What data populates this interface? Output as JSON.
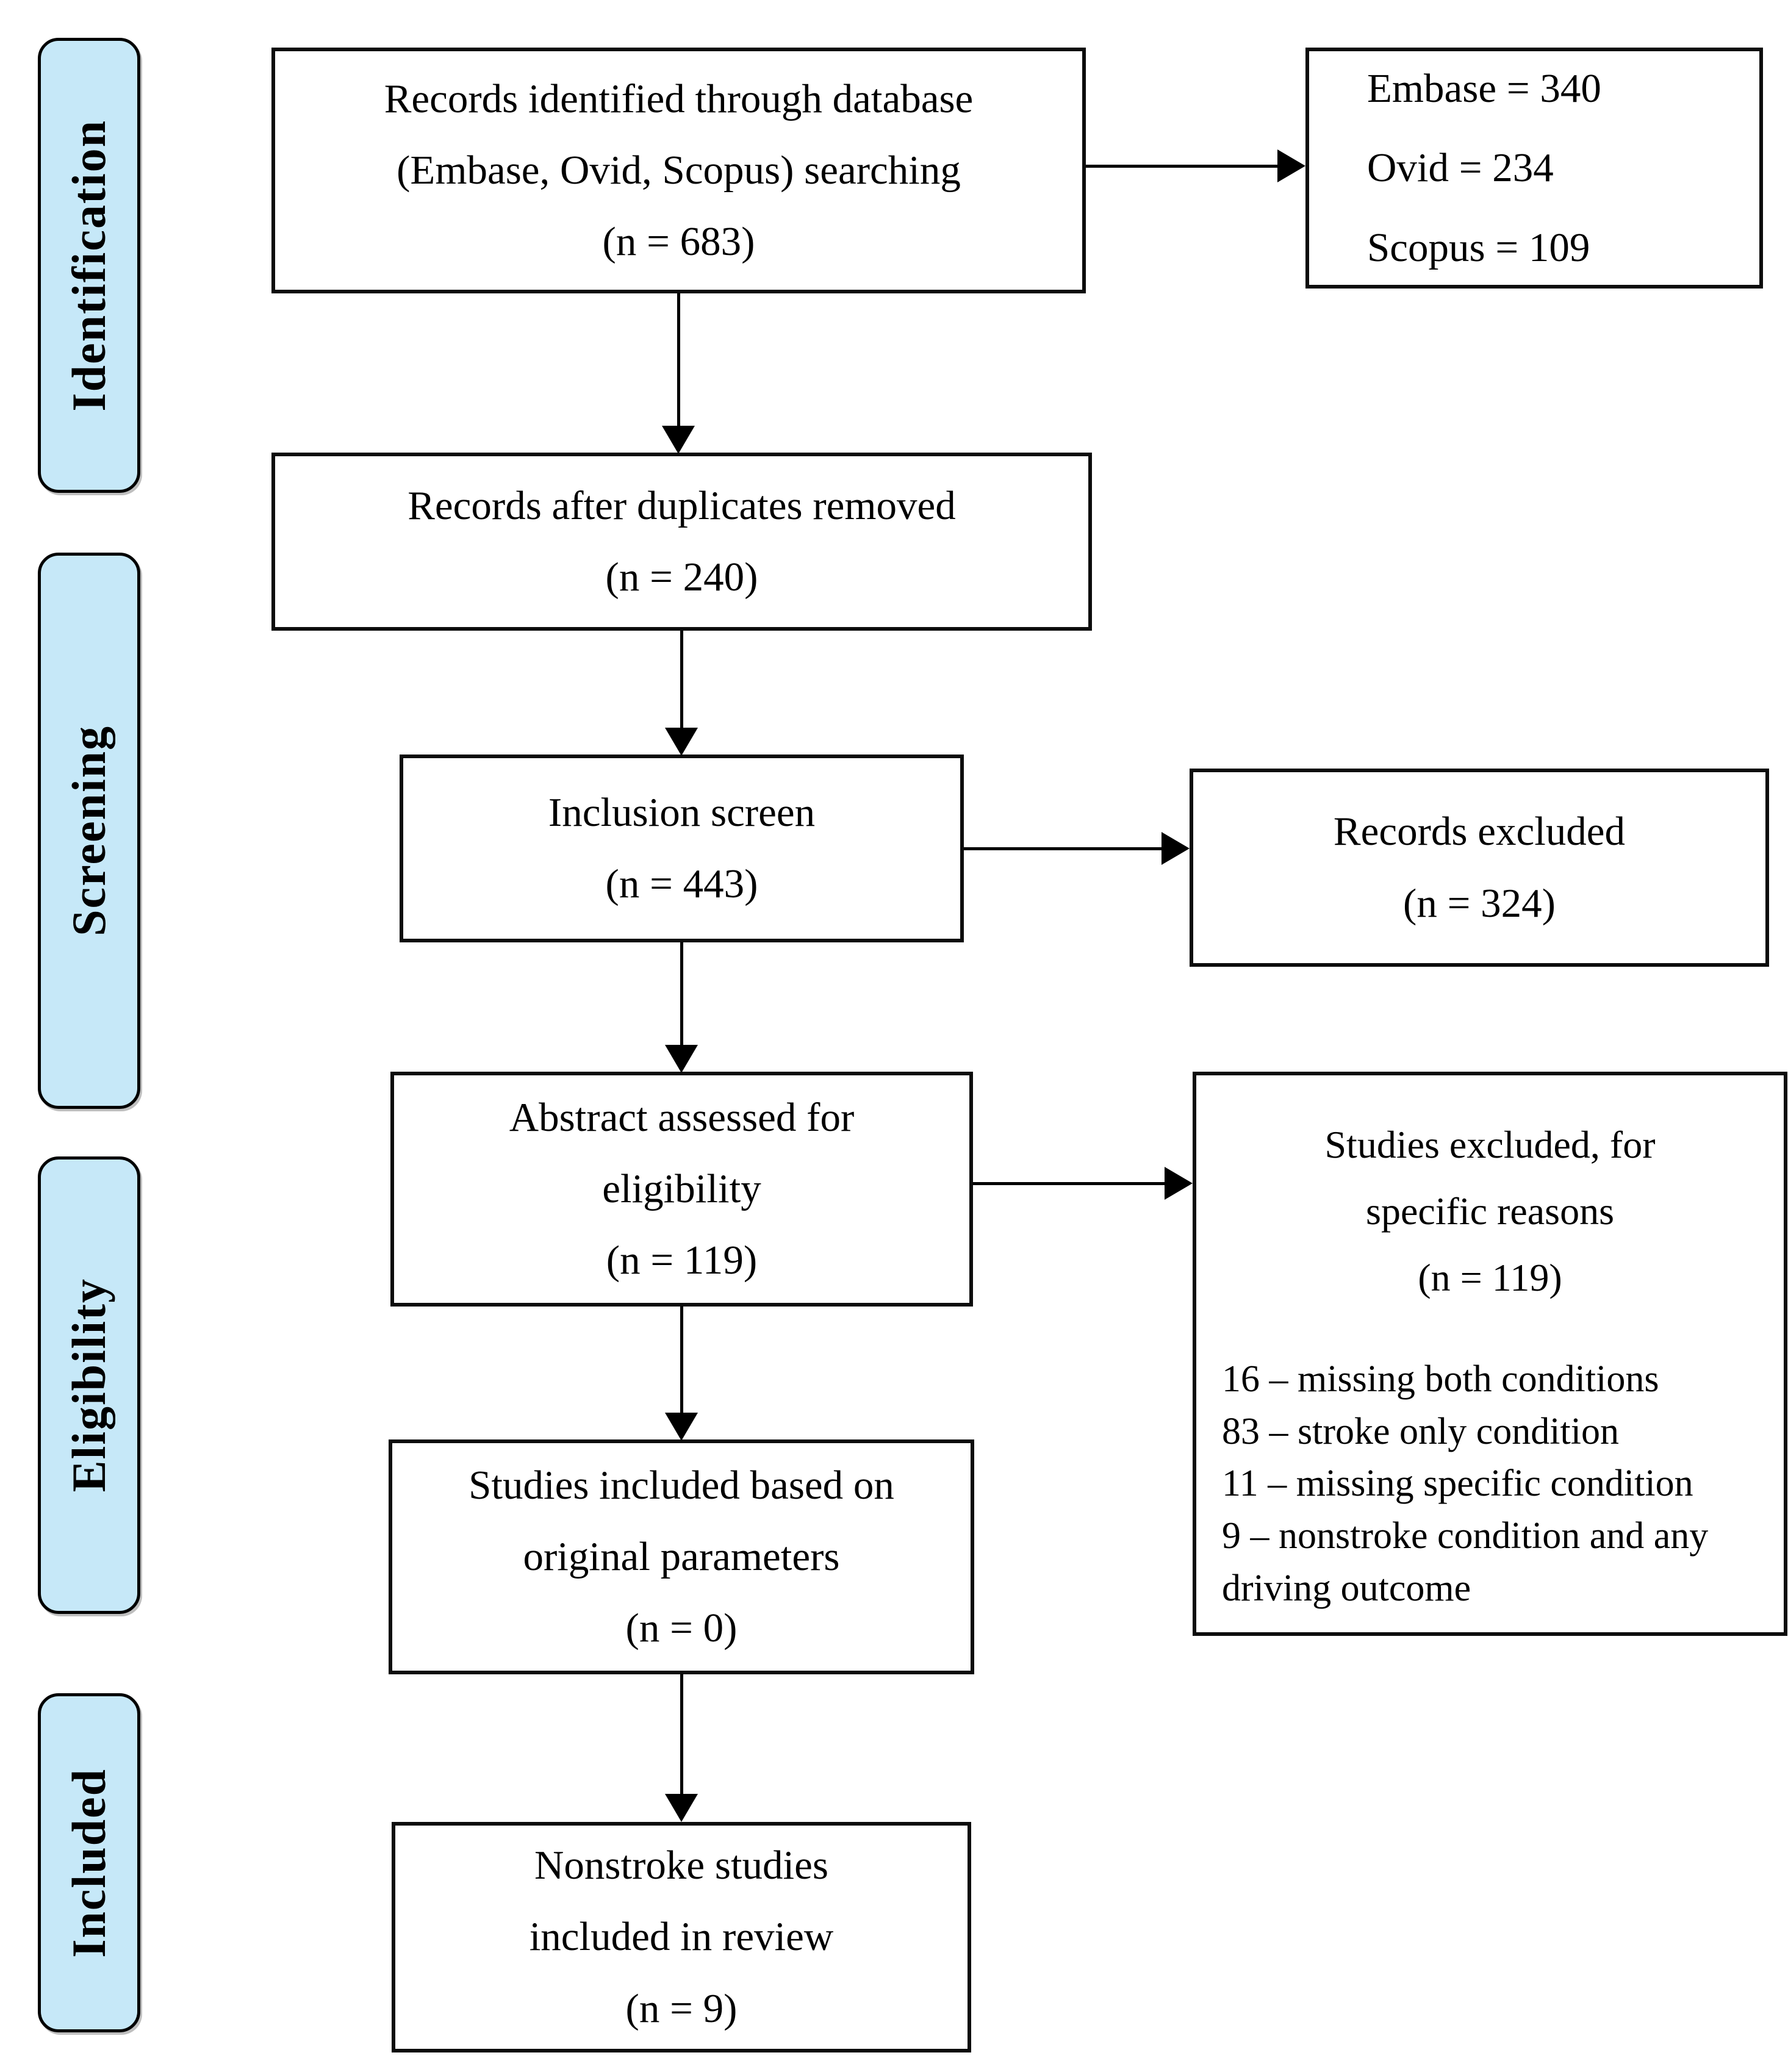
{
  "colors": {
    "stage_fill": "#c6e8f8",
    "border": "#000000",
    "background": "#ffffff"
  },
  "stages": [
    {
      "label": "Identification"
    },
    {
      "label": "Screening"
    },
    {
      "label": "Eligibility"
    },
    {
      "label": "Included"
    }
  ],
  "flow": {
    "records_identified": {
      "line1": "Records identified through database",
      "line2": "(Embase, Ovid, Scopus) searching",
      "line3": "(n = 683)"
    },
    "database_counts": {
      "line1": "Embase = 340",
      "line2": "Ovid = 234",
      "line3": "Scopus = 109"
    },
    "duplicates_removed": {
      "line1": "Records after duplicates removed",
      "line2": "(n = 240)"
    },
    "inclusion_screen": {
      "line1": "Inclusion screen",
      "line2": "(n = 443)"
    },
    "records_excluded": {
      "line1": "Records excluded",
      "line2": "(n = 324)"
    },
    "abstract_assessed": {
      "line1": "Abstract assessed for",
      "line2": "eligibility",
      "line3": "(n = 119)"
    },
    "studies_excluded": {
      "line1": "Studies excluded, for",
      "line2": "specific reasons",
      "line3": "(n = 119)",
      "reasons": [
        "16 – missing both conditions",
        "83 – stroke only condition",
        "11 – missing specific condition",
        "9 – nonstroke condition and any driving outcome"
      ]
    },
    "studies_included_original": {
      "line1": "Studies included based on",
      "line2": "original parameters",
      "line3": "(n = 0)"
    },
    "nonstroke_included": {
      "line1": "Nonstroke studies",
      "line2": "included in review",
      "line3": "(n = 9)"
    }
  }
}
